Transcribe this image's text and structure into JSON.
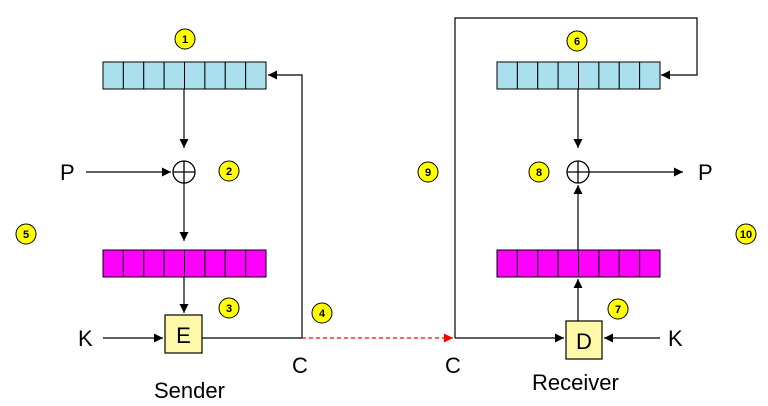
{
  "labels": {
    "plaintext_in": "P",
    "plaintext_out": "P",
    "key_sender": "K",
    "key_receiver": "K",
    "encrypt": "E",
    "decrypt": "D",
    "cipher_sender": "C",
    "cipher_receiver": "C",
    "sender": "Sender",
    "receiver": "Receiver",
    "xor_symbol": "⊕"
  },
  "markers": [
    "1",
    "2",
    "3",
    "4",
    "5",
    "6",
    "7",
    "8",
    "9",
    "10"
  ],
  "register_cells": 8,
  "colors": {
    "shift_register": "#aadfee",
    "output_register": "#ff00ff",
    "cipher_box": "#fff8a8",
    "marker_fill": "#ffff00",
    "transmission": "#ff0000",
    "line": "#000000"
  }
}
